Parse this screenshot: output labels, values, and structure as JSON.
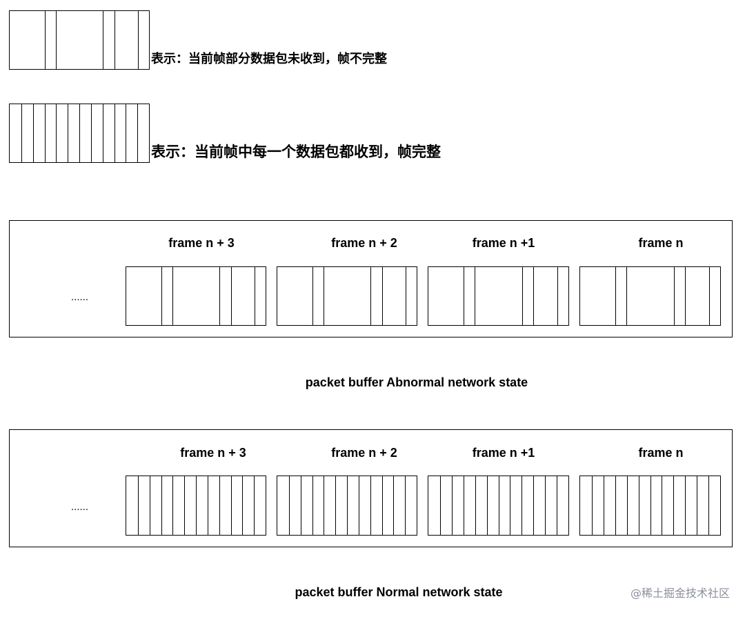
{
  "legend": {
    "incomplete_text": "表示：当前帧部分数据包未收到，帧不完整",
    "complete_text": "表示：当前帧中每一个数据包都收到，帧完整",
    "incomplete_dividers": [
      0.25,
      0.33,
      0.67,
      0.75,
      0.92
    ],
    "complete_packet_count": 12
  },
  "abnormal": {
    "ellipsis": "......",
    "caption": "packet buffer Abnormal network state",
    "frames": [
      {
        "label": "frame n + 3"
      },
      {
        "label": "frame n + 2"
      },
      {
        "label": "frame n +1"
      },
      {
        "label": "frame n"
      }
    ]
  },
  "normal": {
    "ellipsis": "......",
    "caption": "packet buffer Normal network state",
    "frames": [
      {
        "label": "frame n + 3"
      },
      {
        "label": "frame n + 2"
      },
      {
        "label": "frame n +1"
      },
      {
        "label": "frame n"
      }
    ]
  },
  "watermark": "@稀土掘金技术社区"
}
